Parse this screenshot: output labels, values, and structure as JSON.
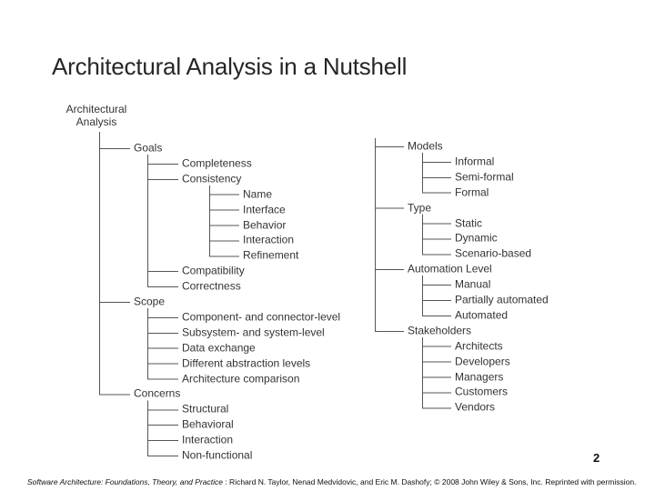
{
  "slide": {
    "title": "Architectural Analysis in a Nutshell",
    "page_number": "2"
  },
  "footer": {
    "book_title": "Software Architecture: Foundations, Theory, and Practice",
    "attribution": " : Richard N. Taylor, Nenad Medvidovic, and Eric M. Dashofy; © 2008 John Wiley & Sons, Inc. Reprinted with permission."
  },
  "colors": {
    "background": "#ffffff",
    "title_text": "#262626",
    "tree_line": "#555555",
    "tree_text": "#333333"
  },
  "diagram": {
    "root": {
      "label_line1": "Architectural",
      "label_line2": "Analysis"
    },
    "left_column": [
      {
        "label": "Goals",
        "children": [
          {
            "label": "Completeness"
          },
          {
            "label": "Consistency",
            "children": [
              {
                "label": "Name"
              },
              {
                "label": "Interface"
              },
              {
                "label": "Behavior"
              },
              {
                "label": "Interaction"
              },
              {
                "label": "Refinement"
              }
            ]
          },
          {
            "label": "Compatibility"
          },
          {
            "label": "Correctness"
          }
        ]
      },
      {
        "label": "Scope",
        "children": [
          {
            "label": "Component- and connector-level"
          },
          {
            "label": "Subsystem- and system-level"
          },
          {
            "label": "Data exchange"
          },
          {
            "label": "Different abstraction levels"
          },
          {
            "label": "Architecture comparison"
          }
        ]
      },
      {
        "label": "Concerns",
        "children": [
          {
            "label": "Structural"
          },
          {
            "label": "Behavioral"
          },
          {
            "label": "Interaction"
          },
          {
            "label": "Non-functional"
          }
        ]
      }
    ],
    "right_column": [
      {
        "label": "Models",
        "children": [
          {
            "label": "Informal"
          },
          {
            "label": "Semi-formal"
          },
          {
            "label": "Formal"
          }
        ]
      },
      {
        "label": "Type",
        "children": [
          {
            "label": "Static"
          },
          {
            "label": "Dynamic"
          },
          {
            "label": "Scenario-based"
          }
        ]
      },
      {
        "label": "Automation Level",
        "children": [
          {
            "label": "Manual"
          },
          {
            "label": "Partially automated"
          },
          {
            "label": "Automated"
          }
        ]
      },
      {
        "label": "Stakeholders",
        "children": [
          {
            "label": "Architects"
          },
          {
            "label": "Developers"
          },
          {
            "label": "Managers"
          },
          {
            "label": "Customers"
          },
          {
            "label": "Vendors"
          }
        ]
      }
    ]
  }
}
